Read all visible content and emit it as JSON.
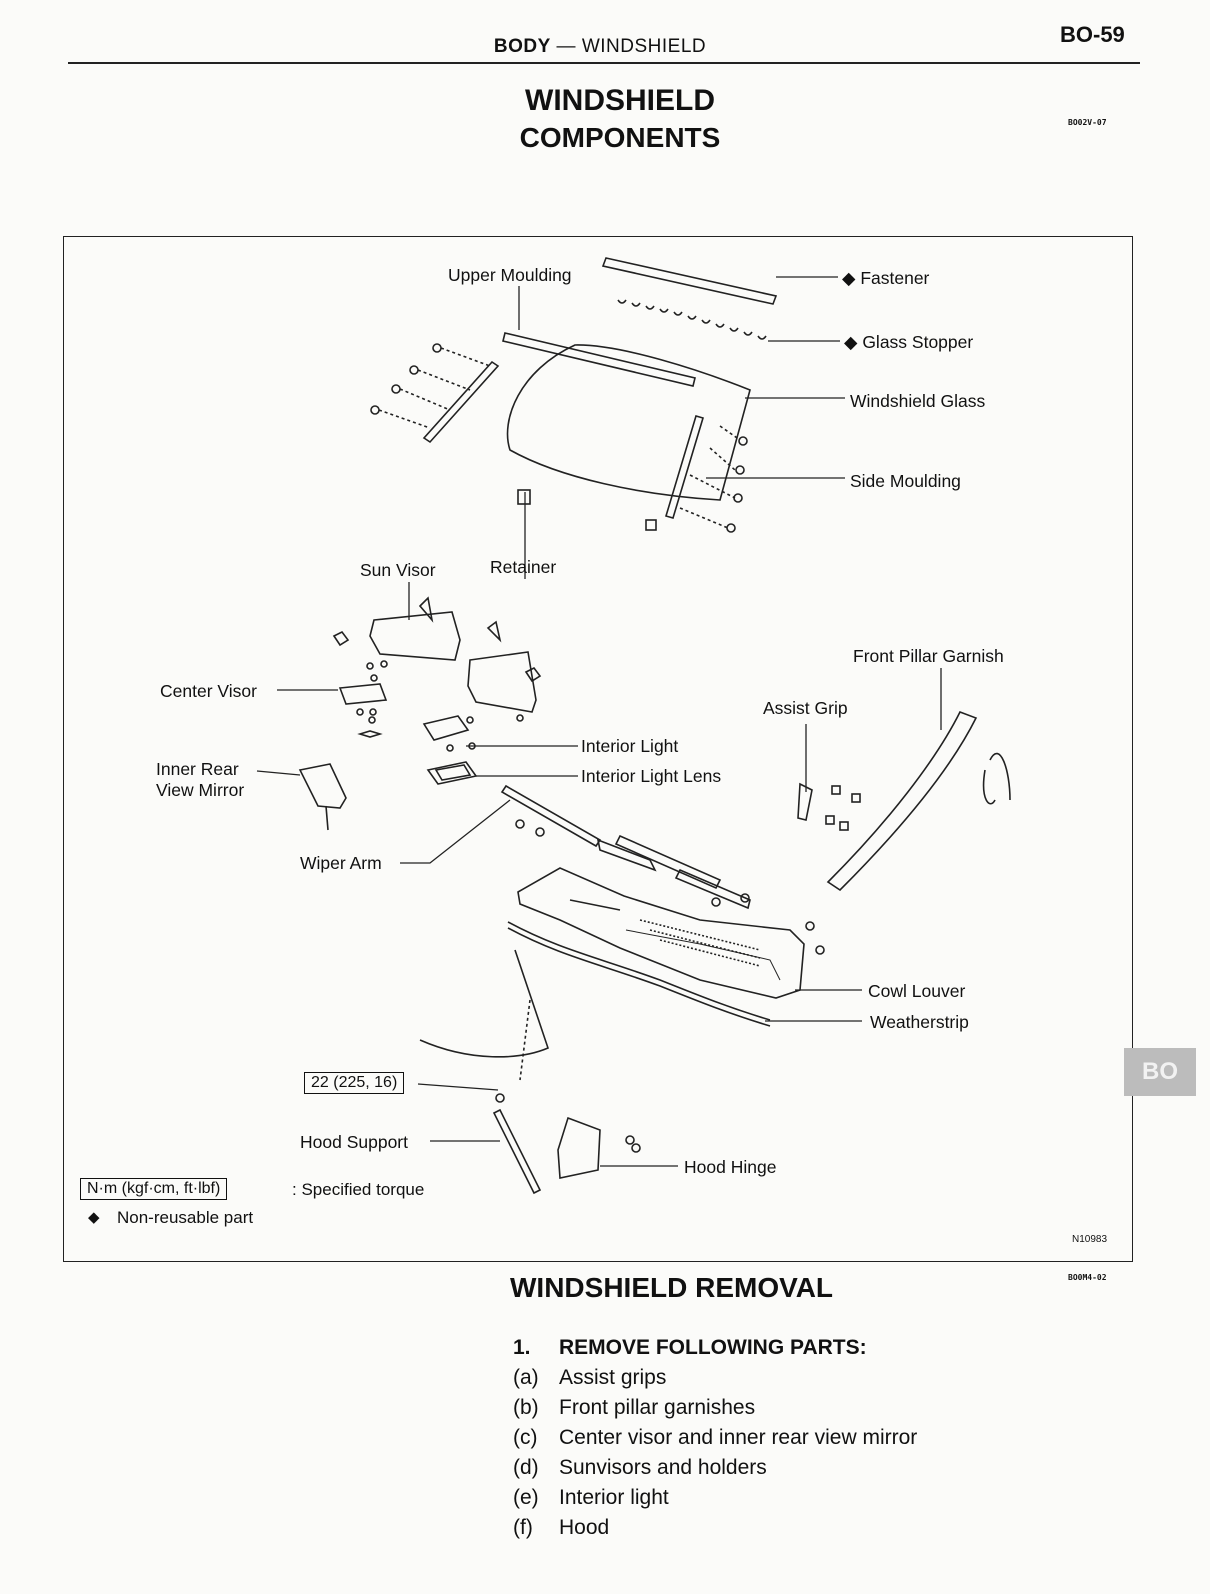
{
  "header": {
    "section": "BODY",
    "dash": "—",
    "subsection": "WINDSHIELD",
    "page_number": "BO-59"
  },
  "components": {
    "title_line1": "WINDSHIELD",
    "title_line2": "COMPONENTS",
    "code": "BO02V-07"
  },
  "figure": {
    "figure_id": "N10983",
    "labels": {
      "upper_moulding": "Upper Moulding",
      "fastener": "◆ Fastener",
      "glass_stopper": "◆ Glass Stopper",
      "windshield_glass": "Windshield Glass",
      "side_moulding": "Side Moulding",
      "sun_visor": "Sun Visor",
      "retainer": "Retainer",
      "front_pillar_garnish": "Front Pillar Garnish",
      "center_visor": "Center Visor",
      "assist_grip": "Assist Grip",
      "interior_light": "Interior Light",
      "inner_rear_view_mirror_1": "Inner Rear",
      "inner_rear_view_mirror_2": "View Mirror",
      "interior_light_lens": "Interior Light Lens",
      "wiper_arm": "Wiper Arm",
      "cowl_louver": "Cowl Louver",
      "weatherstrip": "Weatherstrip",
      "torque_value": "22 (225, 16)",
      "hood_support": "Hood Support",
      "hood_hinge": "Hood Hinge"
    },
    "legend": {
      "torque_unit": "N·m (kgf·cm, ft·lbf)",
      "torque_desc": ": Specified torque",
      "nonreusable_symbol": "◆",
      "nonreusable_desc": "Non-reusable part"
    }
  },
  "removal": {
    "title": "WINDSHIELD REMOVAL",
    "code": "BO0M4-02",
    "step_number": "1.",
    "step_title": "REMOVE FOLLOWING PARTS:",
    "items": [
      {
        "key": "(a)",
        "text": "Assist grips"
      },
      {
        "key": "(b)",
        "text": "Front pillar garnishes"
      },
      {
        "key": "(c)",
        "text": "Center visor and inner rear view mirror"
      },
      {
        "key": "(d)",
        "text": "Sunvisors and holders"
      },
      {
        "key": "(e)",
        "text": "Interior light"
      },
      {
        "key": "(f)",
        "text": "Hood"
      }
    ]
  },
  "side_tab": "BO"
}
